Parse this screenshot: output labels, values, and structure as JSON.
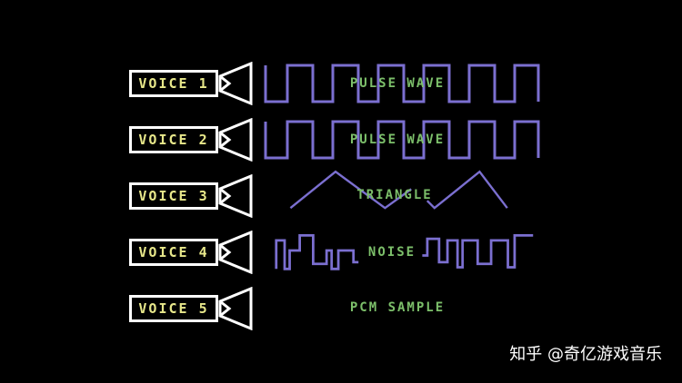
{
  "voices": [
    {
      "label": "VOICE 1",
      "wave_label": "PULSE WAVE",
      "wave_type": "pulse"
    },
    {
      "label": "VOICE 2",
      "wave_label": "PULSE WAVE",
      "wave_type": "pulse"
    },
    {
      "label": "VOICE 3",
      "wave_label": "TRIANGLE",
      "wave_type": "triangle"
    },
    {
      "label": "VOICE 4",
      "wave_label": "NOISE",
      "wave_type": "noise"
    },
    {
      "label": "VOICE 5",
      "wave_label": "PCM SAMPLE",
      "wave_type": "none"
    }
  ],
  "watermark": "知乎 @奇亿游戏音乐",
  "colors": {
    "background": "#000000",
    "box_border": "#ffffff",
    "voice_text": "#e7e78a",
    "wave_stroke": "#7b6fd0",
    "wave_text": "#7cbf6a",
    "speaker_stroke": "#ffffff"
  }
}
